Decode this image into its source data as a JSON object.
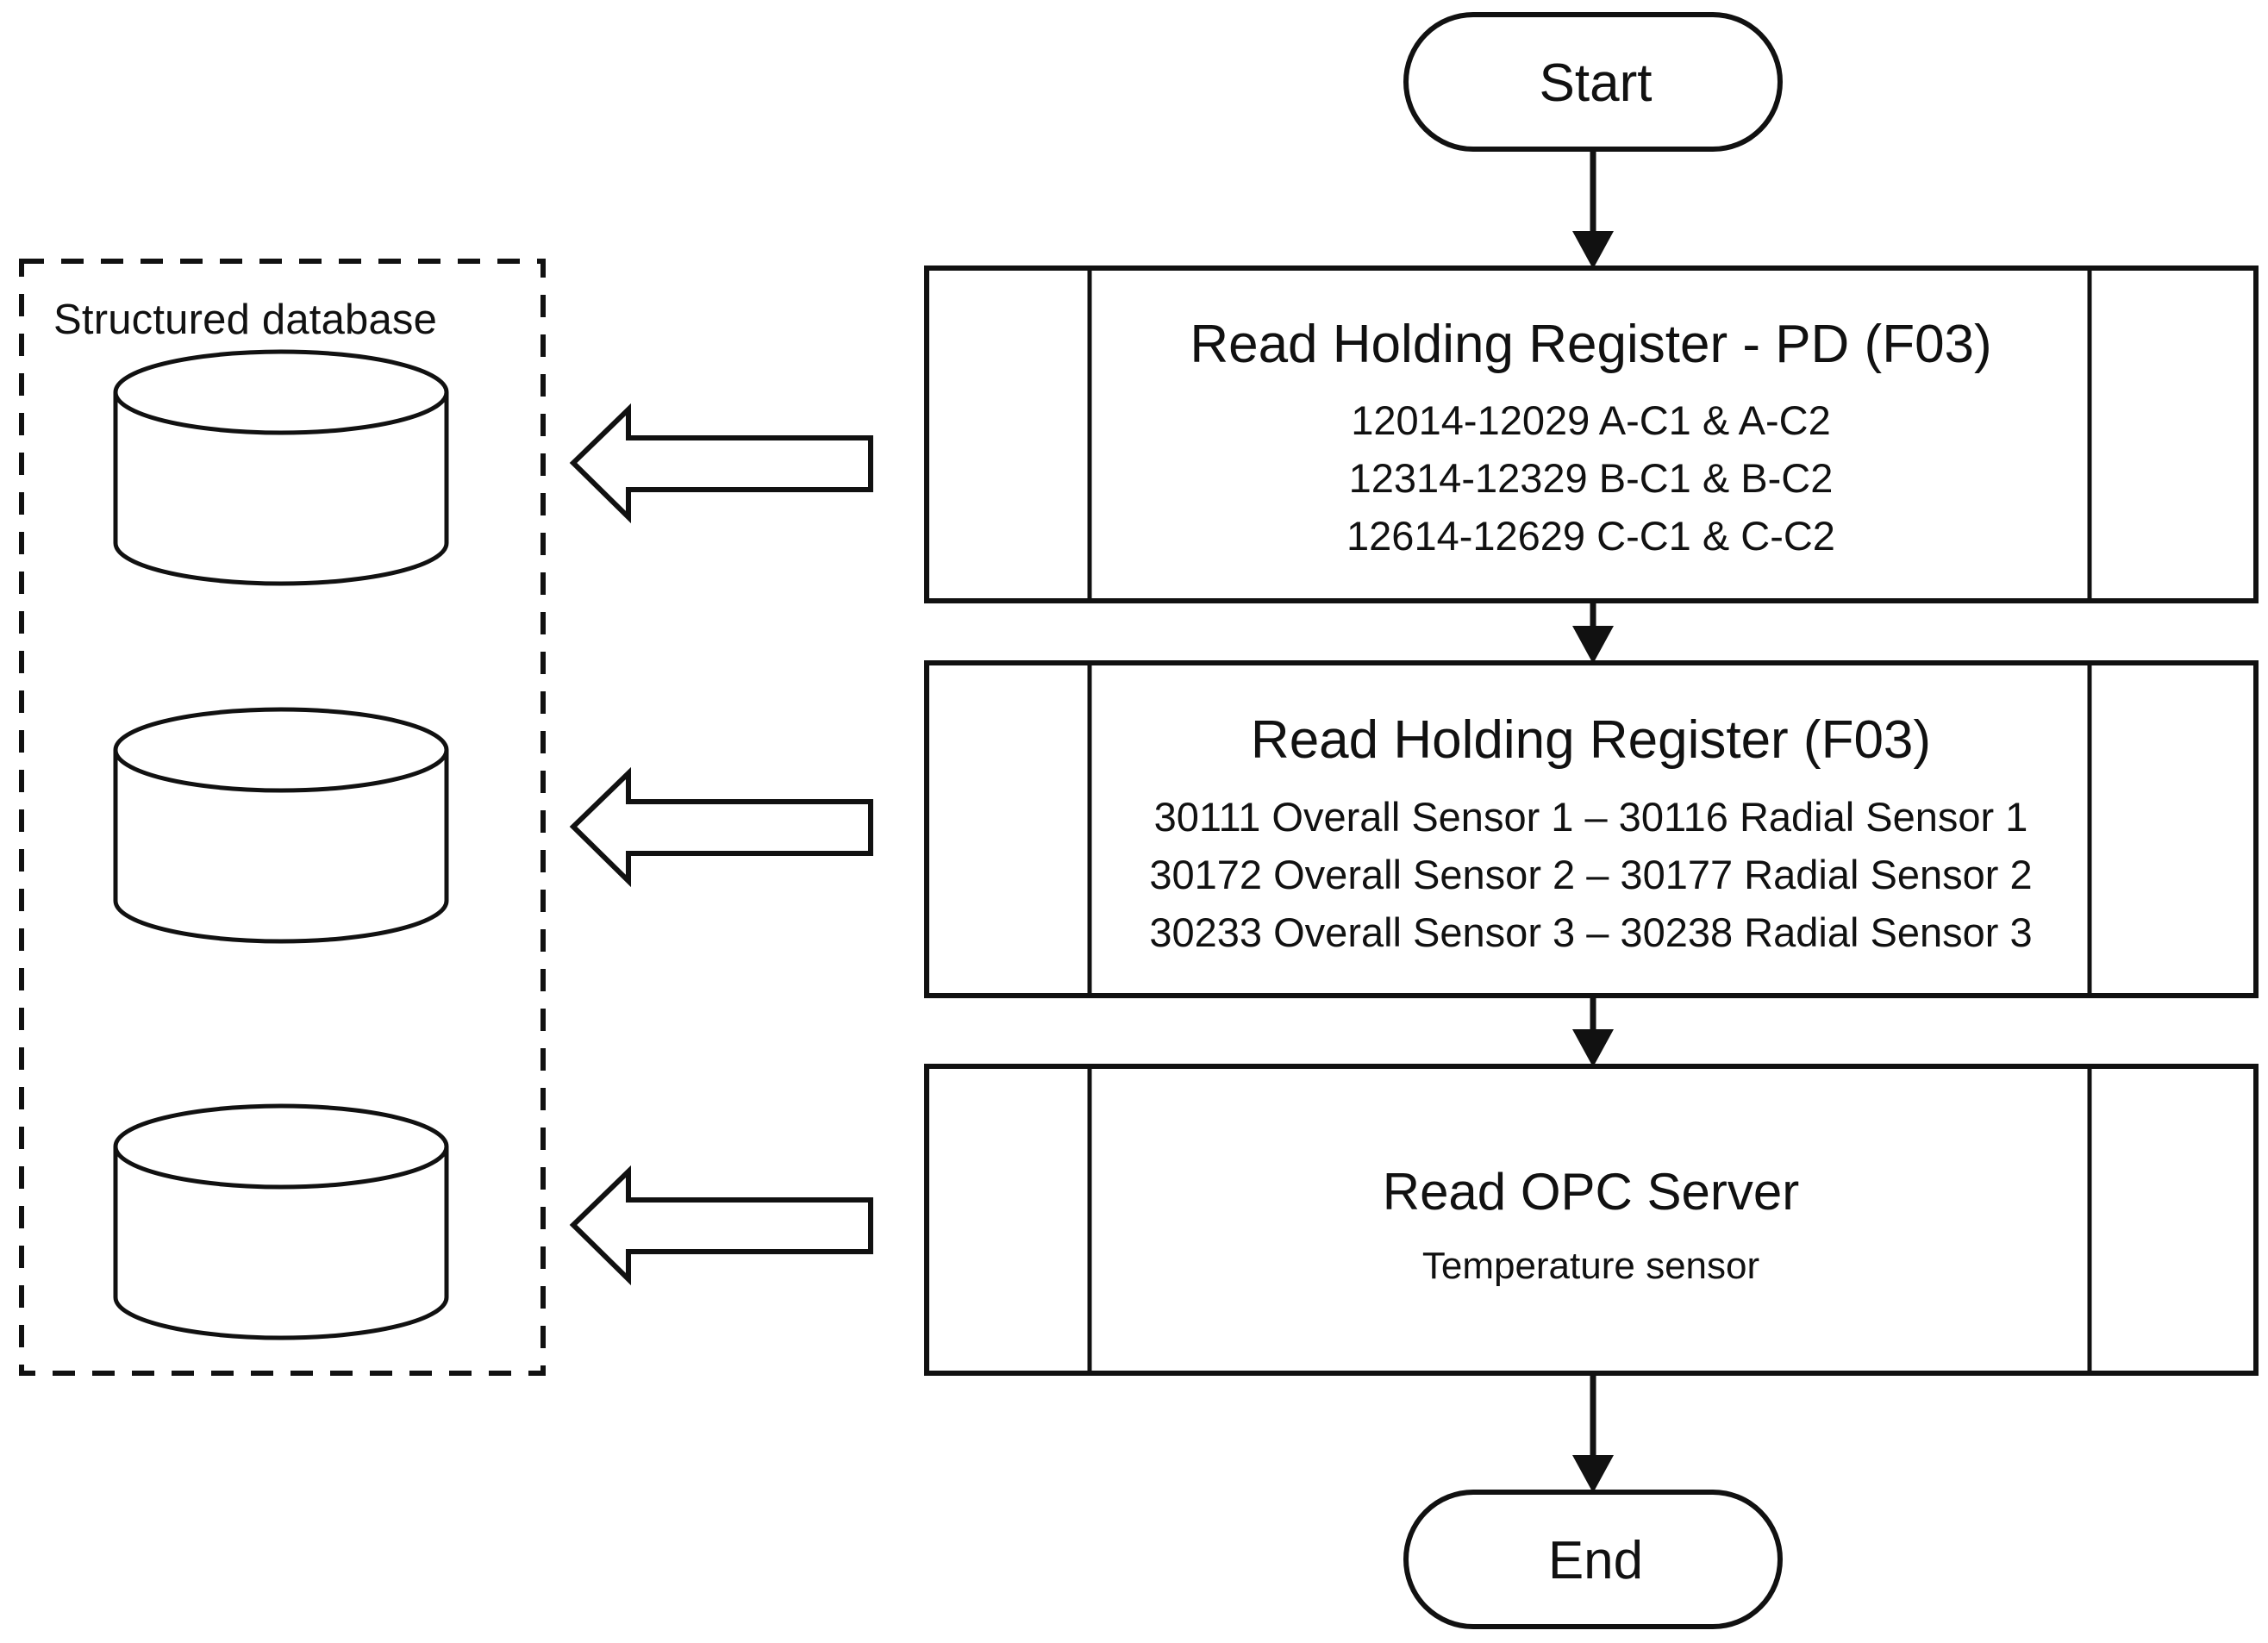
{
  "diagram": {
    "title_hidden": "",
    "colors": {
      "stroke": "#111111",
      "background": "#ffffff",
      "text": "#111111"
    },
    "start_node": {
      "label": "Start",
      "shape": "terminator-rounded"
    },
    "end_node": {
      "label": "End",
      "shape": "terminator-rounded"
    },
    "database_group": {
      "label": "Structured database",
      "shape": "dashed-rectangle",
      "cylinder_count": 3,
      "cylinders": [
        {
          "name": "database-cylinder-1"
        },
        {
          "name": "database-cylinder-2"
        },
        {
          "name": "database-cylinder-3"
        }
      ]
    },
    "steps": [
      {
        "id": "step-read-holding-register-pd",
        "shape": "predefined-process",
        "title": "Read Holding Register - PD (F03)",
        "lines": [
          "12014-12029 A-C1 & A-C2",
          "12314-12329 B-C1 & B-C2",
          "12614-12629 C-C1 & C-C2"
        ]
      },
      {
        "id": "step-read-holding-register",
        "shape": "predefined-process",
        "title": "Read Holding Register (F03)",
        "lines": [
          "30111 Overall Sensor 1 – 30116 Radial Sensor 1",
          "30172 Overall Sensor 2 – 30177 Radial Sensor 2",
          "30233 Overall Sensor 3 – 30238 Radial Sensor 3"
        ]
      },
      {
        "id": "step-read-opc-server",
        "shape": "predefined-process",
        "title": "Read OPC Server",
        "lines": [
          "Temperature sensor"
        ]
      }
    ],
    "data_arrows": [
      {
        "name": "data-arrow-1",
        "direction": "left",
        "from": "step-read-holding-register-pd",
        "to": "database-cylinder-1"
      },
      {
        "name": "data-arrow-2",
        "direction": "left",
        "from": "step-read-holding-register",
        "to": "database-cylinder-2"
      },
      {
        "name": "data-arrow-3",
        "direction": "left",
        "from": "step-read-opc-server",
        "to": "database-cylinder-3"
      }
    ],
    "flow_connectors": [
      {
        "name": "connector-start-to-step-1",
        "direction": "down"
      },
      {
        "name": "connector-step-1-to-step-2",
        "direction": "down"
      },
      {
        "name": "connector-step-2-to-step-3",
        "direction": "down"
      },
      {
        "name": "connector-step-3-to-end",
        "direction": "down"
      }
    ]
  }
}
